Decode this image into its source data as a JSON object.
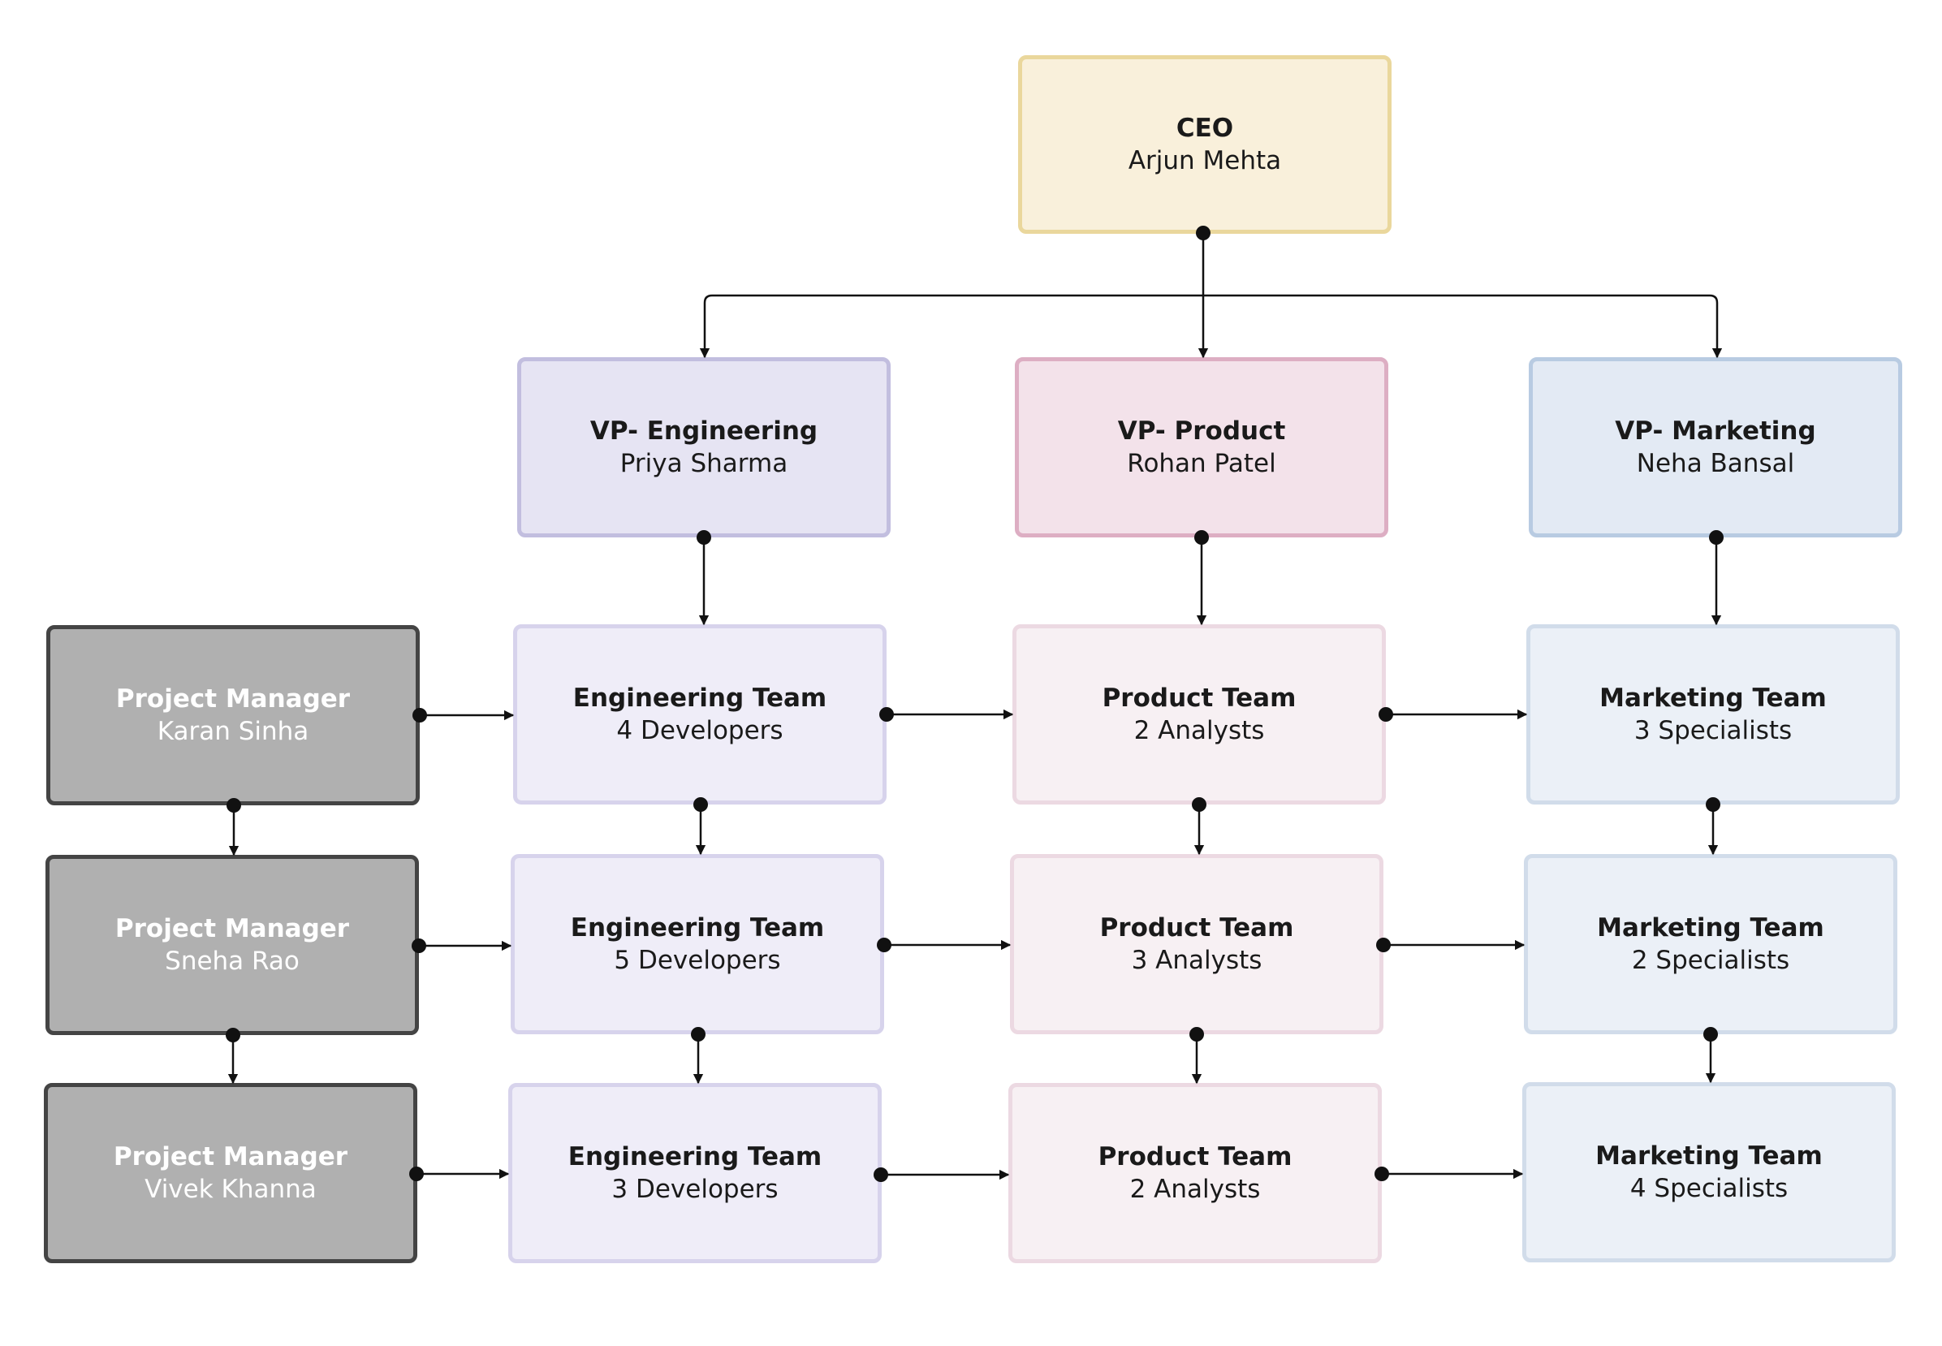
{
  "colors": {
    "ceo": {
      "fill": "#f9f0db",
      "border": "#ead79c"
    },
    "vp_eng": {
      "fill": "#e6e4f3",
      "border": "#c2bedf"
    },
    "vp_prod": {
      "fill": "#f3e2ea",
      "border": "#ddaec3"
    },
    "vp_mkt": {
      "fill": "#e3eaf4",
      "border": "#b8cbe2"
    },
    "team_eng": {
      "fill": "#efedf8",
      "border": "#d7d3ec"
    },
    "team_prod": {
      "fill": "#f7f0f3",
      "border": "#ecd9e2"
    },
    "team_mkt": {
      "fill": "#ebf0f7",
      "border": "#d1dcea"
    },
    "pm": {
      "fill": "#b0b0b0",
      "border": "#444444"
    },
    "line": "#111111"
  },
  "nodes": {
    "ceo": {
      "title": "CEO",
      "name": "Arjun Mehta"
    },
    "vp_eng": {
      "title": "VP- Engineering",
      "name": "Priya Sharma"
    },
    "vp_prod": {
      "title": "VP- Product",
      "name": "Rohan Patel"
    },
    "vp_mkt": {
      "title": "VP- Marketing",
      "name": "Neha Bansal"
    },
    "pm1": {
      "title": "Project Manager",
      "name": "Karan Sinha"
    },
    "pm2": {
      "title": "Project Manager",
      "name": "Sneha Rao"
    },
    "pm3": {
      "title": "Project Manager",
      "name": "Vivek Khanna"
    },
    "eng1": {
      "title": "Engineering Team",
      "size": "4 Developers"
    },
    "eng2": {
      "title": "Engineering Team",
      "size": "5 Developers"
    },
    "eng3": {
      "title": "Engineering Team",
      "size": "3 Developers"
    },
    "prod1": {
      "title": "Product Team",
      "size": "2 Analysts"
    },
    "prod2": {
      "title": "Product Team",
      "size": "3 Analysts"
    },
    "prod3": {
      "title": "Product Team",
      "size": "2 Analysts"
    },
    "mkt1": {
      "title": "Marketing Team",
      "size": "3 Specialists"
    },
    "mkt2": {
      "title": "Marketing Team",
      "size": "2 Specialists"
    },
    "mkt3": {
      "title": "Marketing Team",
      "size": "4 Specialists"
    }
  }
}
